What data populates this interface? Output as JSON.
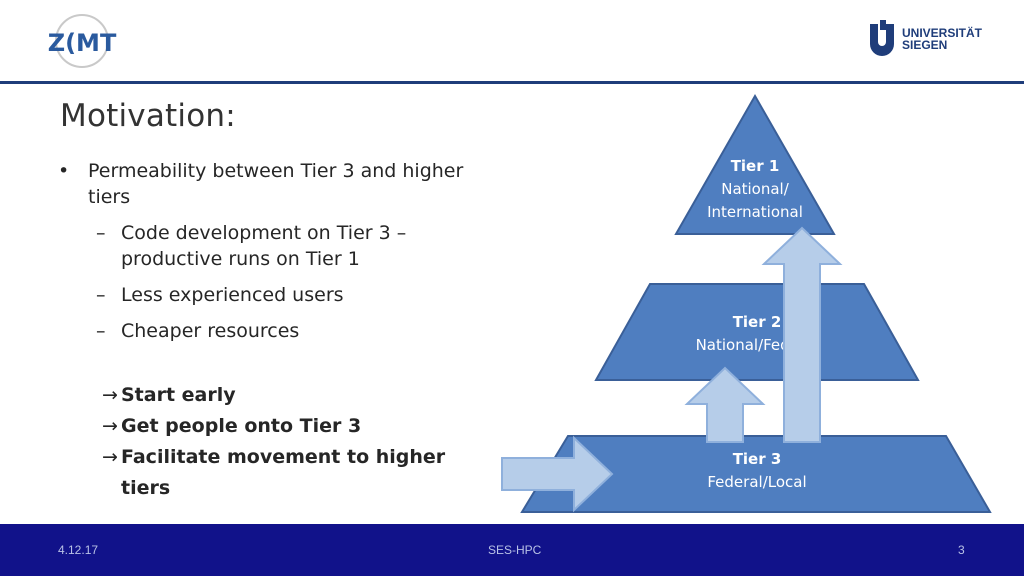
{
  "header": {
    "left_logo_text": "Z(MT",
    "right_logo_lines": [
      "UNIVERSITÄT",
      "SIEGEN"
    ]
  },
  "slide": {
    "title": "Motivation:",
    "bullet": {
      "marker": "•",
      "lines": [
        "Permeability between Tier 3 and higher",
        "tiers"
      ]
    },
    "subbullets": [
      {
        "marker": "–",
        "lines": [
          "Code development on Tier 3 –",
          "productive runs on Tier 1"
        ]
      },
      {
        "marker": "–",
        "lines": [
          "Less experienced users"
        ]
      },
      {
        "marker": "–",
        "lines": [
          "Cheaper resources"
        ]
      }
    ],
    "conclusions": [
      {
        "arrow": "→",
        "text": "Start early"
      },
      {
        "arrow": "→",
        "text": "Get people onto Tier 3"
      },
      {
        "arrow": "→",
        "text": "Facilitate movement to higher tiers"
      }
    ]
  },
  "pyramid": {
    "tier1": {
      "name": "Tier 1",
      "lines": [
        "National/",
        "International"
      ]
    },
    "tier2": {
      "name": "Tier 2",
      "lines": [
        "National/Federal"
      ]
    },
    "tier3": {
      "name": "Tier 3",
      "lines": [
        "Federal/Local"
      ]
    },
    "colors": {
      "fill": "#4f7ec0",
      "stroke": "#3a5f98",
      "arrow": "#b6cde9",
      "arrow_stroke": "#8fb0dc"
    }
  },
  "footer": {
    "date": "4.12.17",
    "center": "SES-HPC",
    "page": "3"
  }
}
